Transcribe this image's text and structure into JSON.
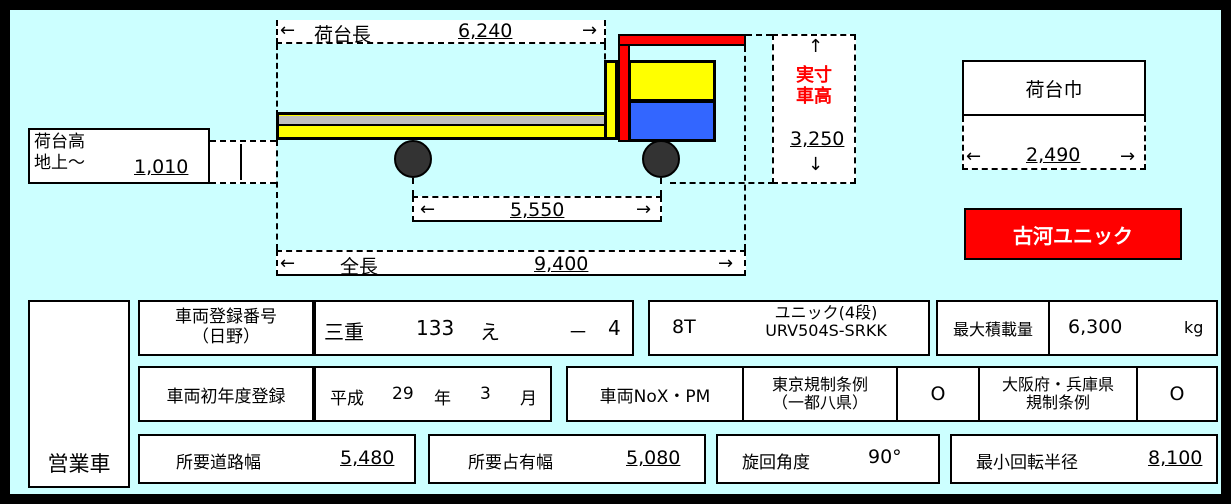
{
  "diagram": {
    "bed_length_label": "荷台長",
    "bed_length_value": "6,240",
    "height_label_line1": "実寸",
    "height_label_line2": "車高",
    "height_value": "3,250",
    "bed_height_label_line1": "荷台高",
    "bed_height_label_line2": "地上～",
    "bed_height_value": "1,010",
    "wheelbase_value": "5,550",
    "total_length_label": "全長",
    "total_length_value": "9,400",
    "bed_width_label": "荷台巾",
    "bed_width_value": "2,490",
    "crane_badge": "古河ユニック",
    "arrow_left": "←",
    "arrow_right": "→",
    "arrow_up": "↑",
    "arrow_down": "↓"
  },
  "info": {
    "category": "営業車",
    "reg_number_label_line1": "車両登録番号",
    "reg_number_label_line2": "（日野）",
    "reg_region": "三重",
    "reg_class": "133",
    "reg_kana": "え",
    "reg_dash": "－",
    "reg_num": "4",
    "tonnage": "8T",
    "crane_model_line1": "ユニック(4段)",
    "crane_model_line2": "URV504S-SRKK",
    "max_load_label": "最大積載量",
    "max_load_value": "6,300",
    "max_load_unit": "kg",
    "first_reg_label": "車両初年度登録",
    "first_reg_era": "平成",
    "first_reg_year": "29",
    "first_reg_year_unit": "年",
    "first_reg_month": "3",
    "first_reg_month_unit": "月",
    "nox_label": "車両NoX・PM",
    "tokyo_label_line1": "東京規制条例",
    "tokyo_label_line2": "（一都八県）",
    "tokyo_mark": "O",
    "osaka_label_line1": "大阪府・兵庫県",
    "osaka_label_line2": "規制条例",
    "osaka_mark": "O",
    "road_width_label": "所要道路幅",
    "road_width_value": "5,480",
    "occupy_width_label": "所要占有幅",
    "occupy_width_value": "5,080",
    "swing_label": "旋回角度",
    "swing_value": "90°",
    "turn_radius_label": "最小回転半径",
    "turn_radius_value": "8,100"
  },
  "colors": {
    "background": "#ccffff",
    "bed_yellow": "#ffff00",
    "bed_gray": "#bfbfbf",
    "cab_blue": "#3366ff",
    "crane_red": "#ff0000",
    "wheel": "#333333"
  }
}
